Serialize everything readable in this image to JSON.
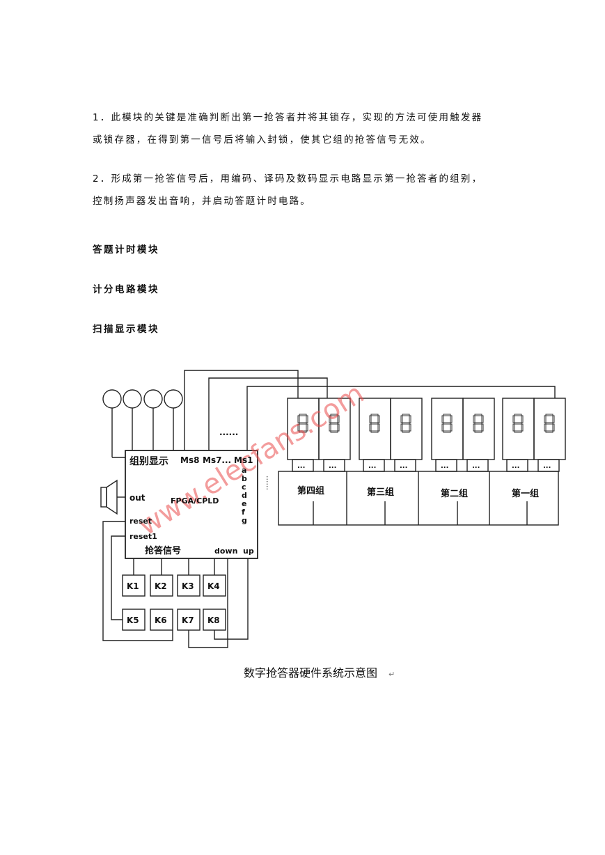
{
  "paragraphs": {
    "p1_line1": "1．此模块的关键是准确判断出第一抢答者并将其锁存，实现的方法可使用触发器",
    "p1_line2": "或锁存器，在得到第一信号后将输入封锁，使其它组的抢答信号无效。",
    "p2_line1": "2．形成第一抢答信号后，用编码、译码及数码显示电路显示第一抢答者的组别，",
    "p2_line2": "控制扬声器发出音响，并启动答题计时电路。"
  },
  "headings": {
    "answer_timer": "答题计时模块",
    "score_circuit": "计分电路模块",
    "scan_display": "扫描显示模块"
  },
  "figure": {
    "chip": {
      "group_display": "组别显示",
      "ms8": "Ms8",
      "ms7": "Ms7...",
      "ms1": "Ms1",
      "out": "out",
      "fpga": "FPGA/CPLD",
      "reset": "reset",
      "reset1": "reset1",
      "buzz_signal": "抢答信号",
      "down": "down",
      "up": "up",
      "segments": [
        "a",
        "b",
        "c",
        "d",
        "e",
        "f",
        "g"
      ]
    },
    "bus_dots": "......",
    "groups": [
      "第四组",
      "第三组",
      "第二组",
      "第一组"
    ],
    "keys": [
      "K1",
      "K2",
      "K3",
      "K4",
      "K5",
      "K6",
      "K7",
      "K8"
    ],
    "dp_mark": "...",
    "watermark": "www.elecfans.com",
    "caption": "数字抢答器硬件系统示意图",
    "caption_mark": "↵"
  }
}
